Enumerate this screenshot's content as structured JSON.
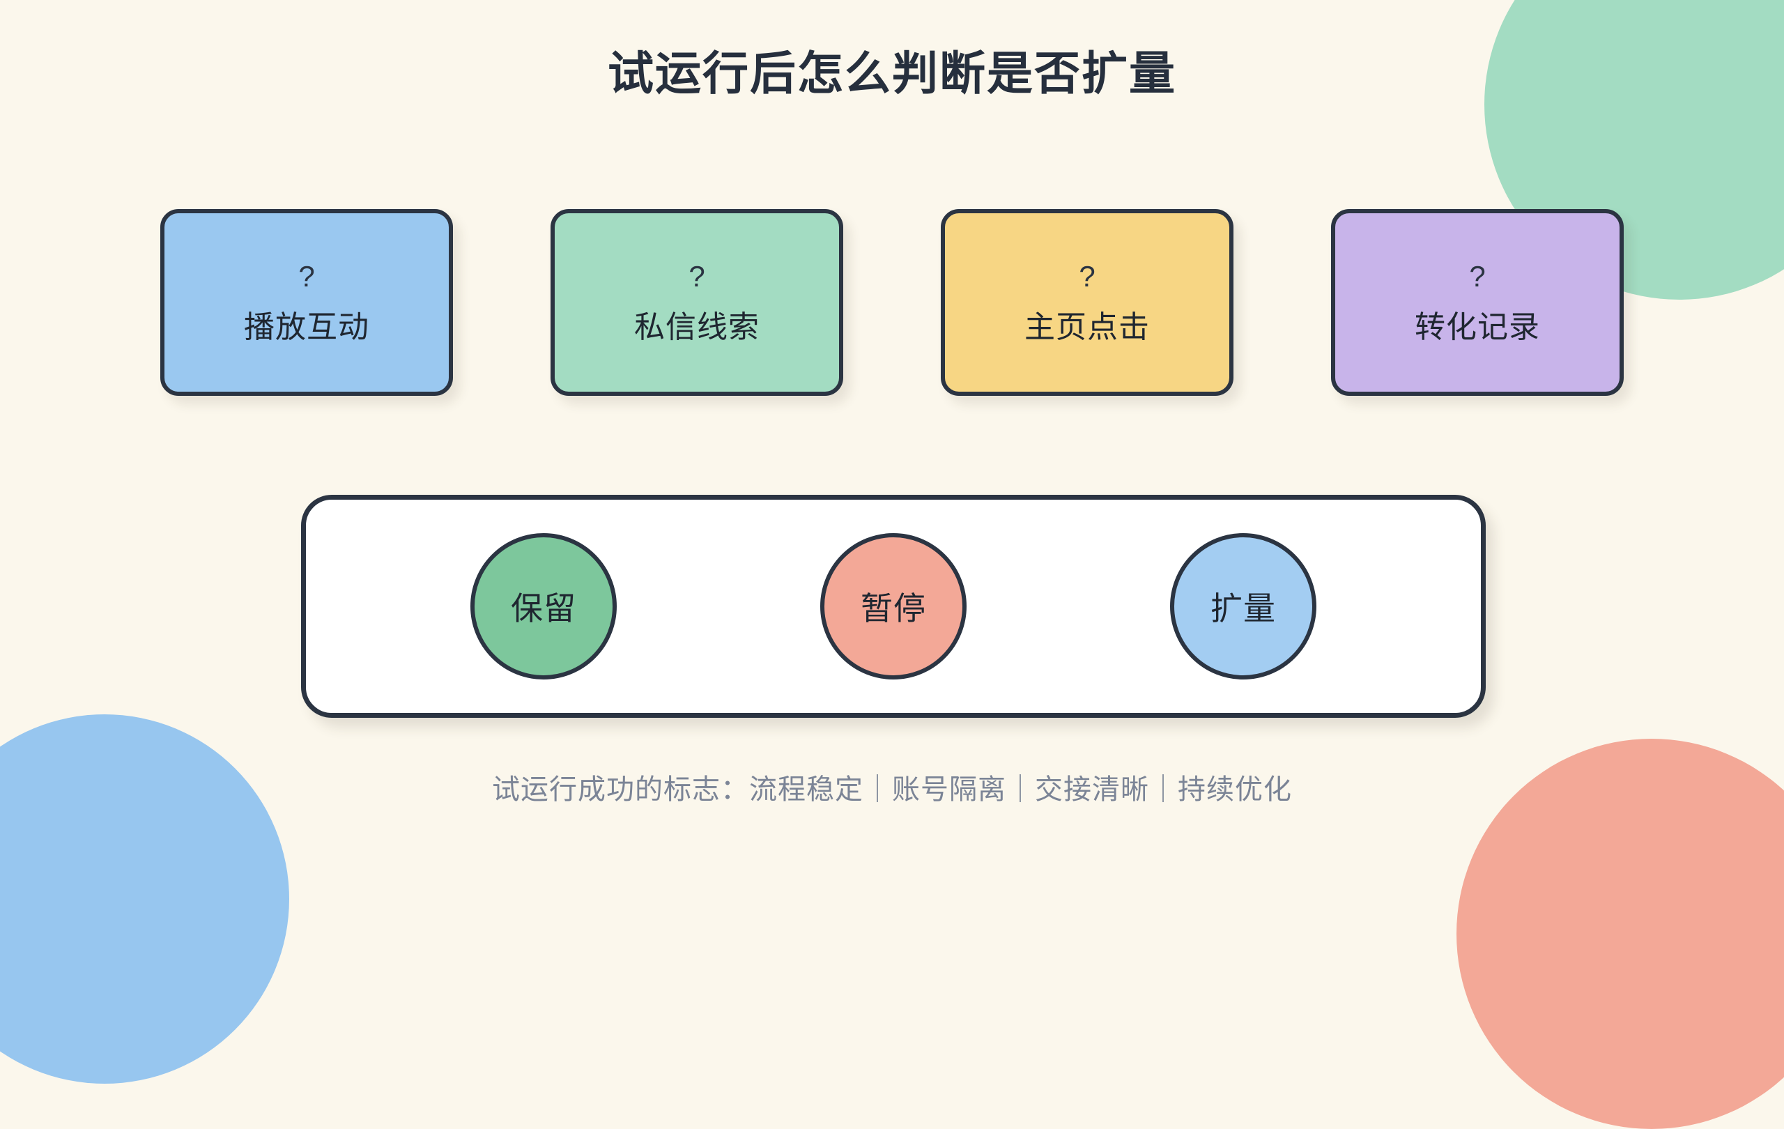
{
  "background_color": "#FBF7EC",
  "title": "试运行后怎么判断是否扩量",
  "metric_cards": [
    {
      "marker": "?",
      "label": "播放互动",
      "color": "#9AC8F0"
    },
    {
      "marker": "?",
      "label": "私信线索",
      "color": "#A3DCC2"
    },
    {
      "marker": "?",
      "label": "主页点击",
      "color": "#F7D684"
    },
    {
      "marker": "?",
      "label": "转化记录",
      "color": "#C8B4EA"
    }
  ],
  "decisions": [
    {
      "label": "保留",
      "color": "#7DC79C"
    },
    {
      "label": "暂停",
      "color": "#F3A897"
    },
    {
      "label": "扩量",
      "color": "#A3CDF2"
    }
  ],
  "footer_note": "试运行成功的标志：流程稳定｜账号隔离｜交接清晰｜持续优化",
  "decor": {
    "green_circle": "#A3DCC2",
    "blue_circle": "#97C6EF",
    "salmon_circle": "#F3A897"
  },
  "stroke_color": "#2B3442"
}
